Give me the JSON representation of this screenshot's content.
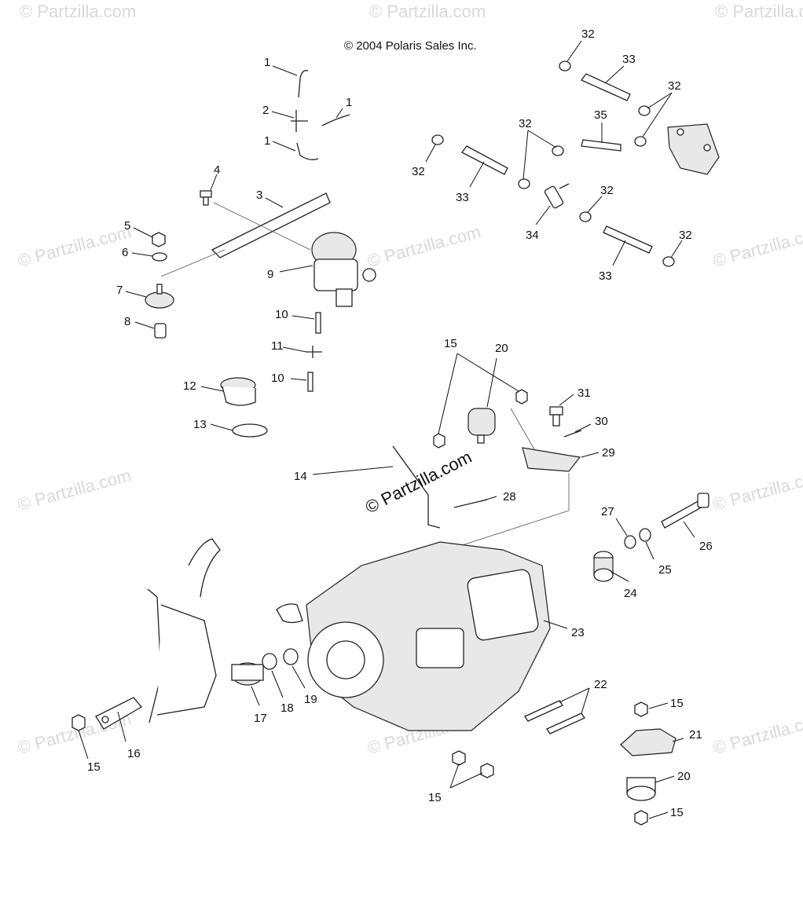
{
  "copyright": "© 2004 Polaris Sales Inc.",
  "watermark_center": "© Partzilla.com",
  "watermark_tile": "© Partzilla.com",
  "callouts": [
    {
      "id": "c1a",
      "label": "1"
    },
    {
      "id": "c1b",
      "label": "1"
    },
    {
      "id": "c1c",
      "label": "1"
    },
    {
      "id": "c2",
      "label": "2"
    },
    {
      "id": "c3",
      "label": "3"
    },
    {
      "id": "c4",
      "label": "4"
    },
    {
      "id": "c5",
      "label": "5"
    },
    {
      "id": "c6",
      "label": "6"
    },
    {
      "id": "c7",
      "label": "7"
    },
    {
      "id": "c8",
      "label": "8"
    },
    {
      "id": "c9",
      "label": "9"
    },
    {
      "id": "c10a",
      "label": "10"
    },
    {
      "id": "c10b",
      "label": "10"
    },
    {
      "id": "c11",
      "label": "11"
    },
    {
      "id": "c12",
      "label": "12"
    },
    {
      "id": "c13",
      "label": "13"
    },
    {
      "id": "c14",
      "label": "14"
    },
    {
      "id": "c15a",
      "label": "15"
    },
    {
      "id": "c15b",
      "label": "15"
    },
    {
      "id": "c15c",
      "label": "15"
    },
    {
      "id": "c15d",
      "label": "15"
    },
    {
      "id": "c15e",
      "label": "15"
    },
    {
      "id": "c16",
      "label": "16"
    },
    {
      "id": "c17",
      "label": "17"
    },
    {
      "id": "c18",
      "label": "18"
    },
    {
      "id": "c19",
      "label": "19"
    },
    {
      "id": "c20a",
      "label": "20"
    },
    {
      "id": "c20b",
      "label": "20"
    },
    {
      "id": "c21",
      "label": "21"
    },
    {
      "id": "c22",
      "label": "22"
    },
    {
      "id": "c23",
      "label": "23"
    },
    {
      "id": "c24",
      "label": "24"
    },
    {
      "id": "c25",
      "label": "25"
    },
    {
      "id": "c26",
      "label": "26"
    },
    {
      "id": "c27",
      "label": "27"
    },
    {
      "id": "c28",
      "label": "28"
    },
    {
      "id": "c29",
      "label": "29"
    },
    {
      "id": "c30",
      "label": "30"
    },
    {
      "id": "c31",
      "label": "31"
    },
    {
      "id": "c32a",
      "label": "32"
    },
    {
      "id": "c32b",
      "label": "32"
    },
    {
      "id": "c32c",
      "label": "32"
    },
    {
      "id": "c32d",
      "label": "32"
    },
    {
      "id": "c32e",
      "label": "32"
    },
    {
      "id": "c32f",
      "label": "32"
    },
    {
      "id": "c33a",
      "label": "33"
    },
    {
      "id": "c33b",
      "label": "33"
    },
    {
      "id": "c33c",
      "label": "33"
    },
    {
      "id": "c34",
      "label": "34"
    },
    {
      "id": "c35",
      "label": "35"
    }
  ]
}
